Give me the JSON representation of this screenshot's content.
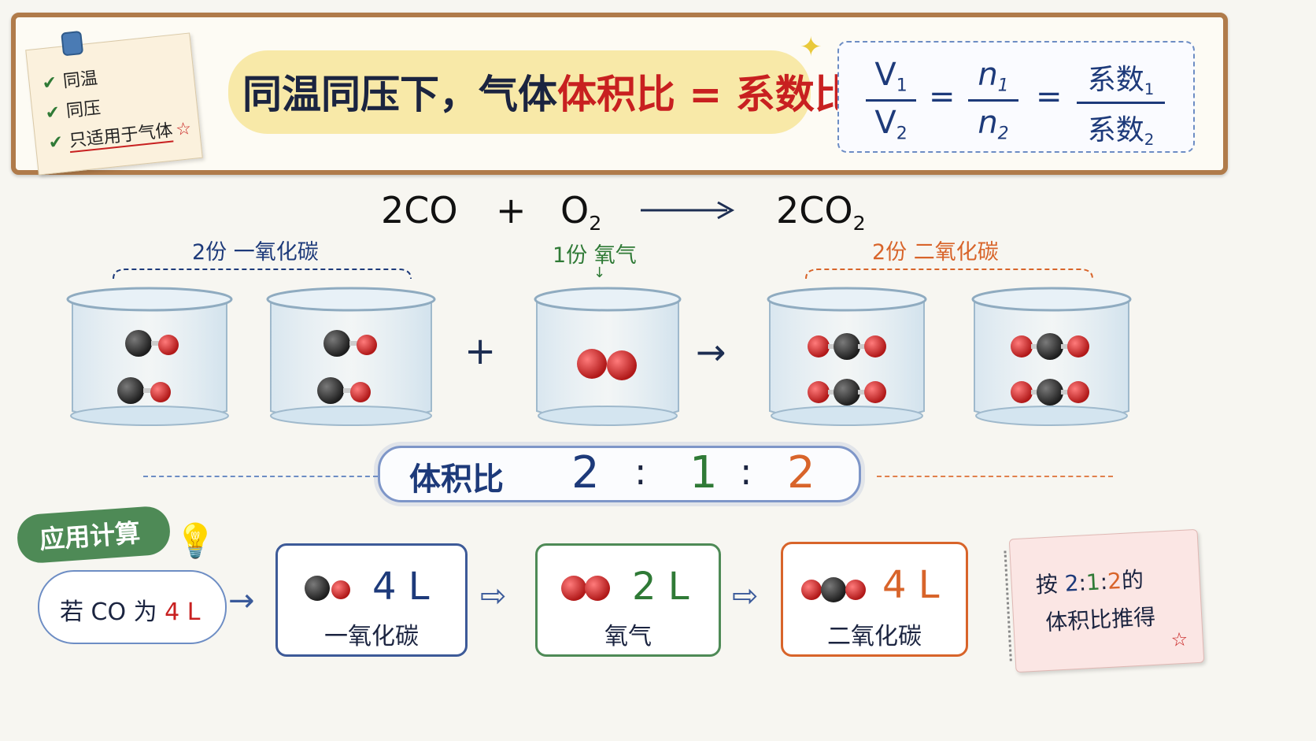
{
  "header": {
    "checklist": [
      "同温",
      "同压",
      "只适用于气体"
    ],
    "title_prefix": "同温同压下，气体",
    "title_highlight": "体积比 = 系数比",
    "formula": {
      "num1_base": "V",
      "num1_sub": "1",
      "den1_base": "V",
      "den1_sub": "2",
      "num2_base": "n",
      "num2_sub": "1",
      "den2_base": "n",
      "den2_sub": "2",
      "num3_base": "系数",
      "num3_sub": "1",
      "den3_base": "系数",
      "den3_sub": "2",
      "equals": "="
    }
  },
  "equation": {
    "reactant1": "2CO",
    "plus": "+",
    "reactant2_base": "O",
    "reactant2_sub": "2",
    "product_base": "2CO",
    "product_sub": "2"
  },
  "labels": {
    "co_parts": "2份  一氧化碳",
    "o2_parts": "1份  氧气",
    "co2_parts": "2份  二氧化碳"
  },
  "operators": {
    "plus": "+",
    "arrow": "→"
  },
  "ratio": {
    "label": "体积比",
    "values": [
      "2",
      "1",
      "2"
    ],
    "separator": ":"
  },
  "application": {
    "badge": "应用计算",
    "premise_prefix": "若 CO 为 ",
    "premise_value": "4 L",
    "results": [
      {
        "value": "4 L",
        "name": "一氧化碳",
        "color": "#1d3a7a"
      },
      {
        "value": "2 L",
        "name": "氧气",
        "color": "#2f7a36"
      },
      {
        "value": "4 L",
        "name": "二氧化碳",
        "color": "#d8642a"
      }
    ],
    "note": {
      "prefix": "按 ",
      "r1": "2",
      "r2": "1",
      "r3": "2",
      "sep": ":",
      "suffix": "的",
      "line2": "体积比推得"
    }
  },
  "colors": {
    "navy": "#1d3a7a",
    "green": "#2f7a36",
    "orange": "#d8642a",
    "red": "#c82020",
    "carbon": "#2a2a2a",
    "oxygen": "#d42a2a"
  }
}
